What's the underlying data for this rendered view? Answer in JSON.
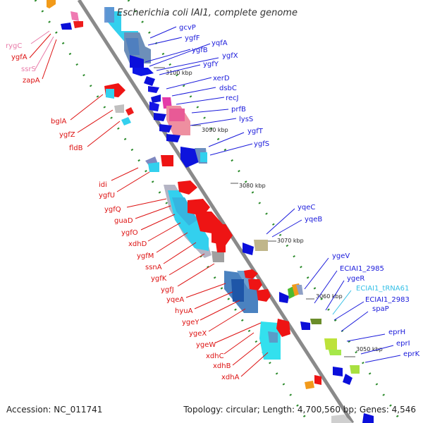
{
  "title": "Escherichia coli IAI1, complete genome",
  "footer": {
    "accession": "Accession: NC_011741",
    "info": "Topology: circular; Length: 4,700,560 bp; Genes: 4,546"
  },
  "colors": {
    "backbone": "#8a8a8a",
    "dots": "#2a8a2a",
    "label_right": "#1a1adb",
    "label_left": "#dd1111",
    "label_pink": "#e87aa8",
    "label_cyan": "#33bfe6"
  },
  "kbp_marks": [
    "3100 kbp",
    "3090 kbp",
    "3080 kbp",
    "3070 kbp",
    "3060 kbp",
    "3050 kbp"
  ],
  "right_labels": [
    "gcvP",
    "ygfF",
    "ygfB",
    "yqfA",
    "ygfX",
    "ygfY",
    "xerD",
    "dsbC",
    "recJ",
    "prfB",
    "lysS",
    "ygfT",
    "ygfS",
    "yqeC",
    "yqeB",
    "ygeV",
    "ECIAI1_2985",
    "ygeR",
    "ECIAI1_tRNA61",
    "ECIAI1_2983",
    "spaP",
    "eprH",
    "eprI",
    "eprK"
  ],
  "left_labels": [
    "rygC",
    "ygfA",
    "ssrS",
    "zapA",
    "bglA",
    "ygfZ",
    "fldB",
    "idi",
    "ygfU",
    "ygfQ",
    "guaD",
    "ygfO",
    "xdhD",
    "ygfM",
    "ssnA",
    "ygfK",
    "ygfJ",
    "yqeA",
    "hyuA",
    "ygeY",
    "ygeX",
    "ygeW",
    "xdhC",
    "xdhB",
    "xdhA"
  ]
}
